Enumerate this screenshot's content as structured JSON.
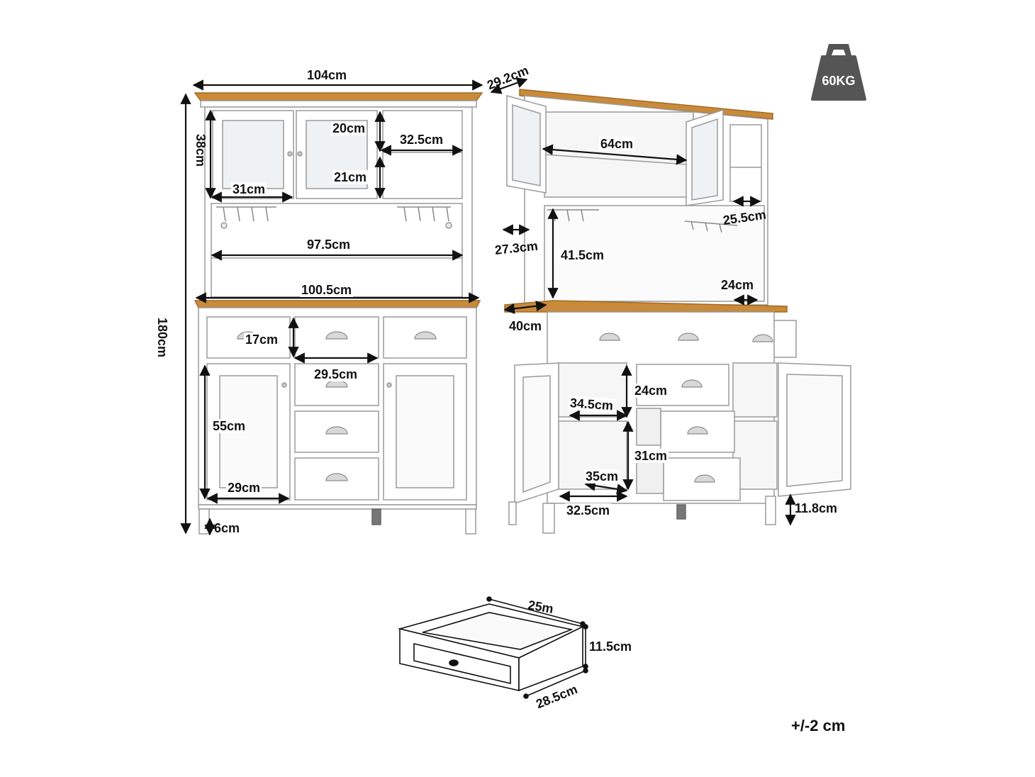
{
  "weight_badge": {
    "label": "60KG",
    "icon": "kettlebell-weight-icon",
    "color": "#555555"
  },
  "colors": {
    "wood": "#c98a3a",
    "panel": "#ffffff",
    "outline": "#9a9a9a",
    "arrow": "#111111"
  },
  "front_view": {
    "width": "104cm",
    "height": "180cm",
    "hutch_height": "38cm",
    "glass_door_width": "31cm",
    "upper_compartment_height": "20cm",
    "side_shelf_width": "32.5cm",
    "lower_compartment_height": "21cm",
    "open_shelf_width": "97.5cm",
    "counter_width": "100.5cm",
    "drawer_height": "17cm",
    "drawer_width": "29.5cm",
    "door_height": "55cm",
    "door_width": "29cm",
    "leg_height": "6cm"
  },
  "side_view": {
    "hutch_depth": "29.2cm",
    "interior_width": "64cm",
    "side_shelf_depth": "25.5cm",
    "open_area_depth": "27.3cm",
    "open_area_height": "41.5cm",
    "counter_overhang": "24cm",
    "base_depth": "40cm",
    "upper_cabinet_height": "24cm",
    "cabinet_depth": "34.5cm",
    "lower_cabinet_height": "31cm",
    "shelf_depth": "35cm",
    "cabinet_width": "32.5cm",
    "base_clearance": "11.8cm"
  },
  "drawer_view": {
    "width": "25m",
    "height": "11.5cm",
    "depth": "28.5cm"
  },
  "tolerance": "+/-2 cm"
}
